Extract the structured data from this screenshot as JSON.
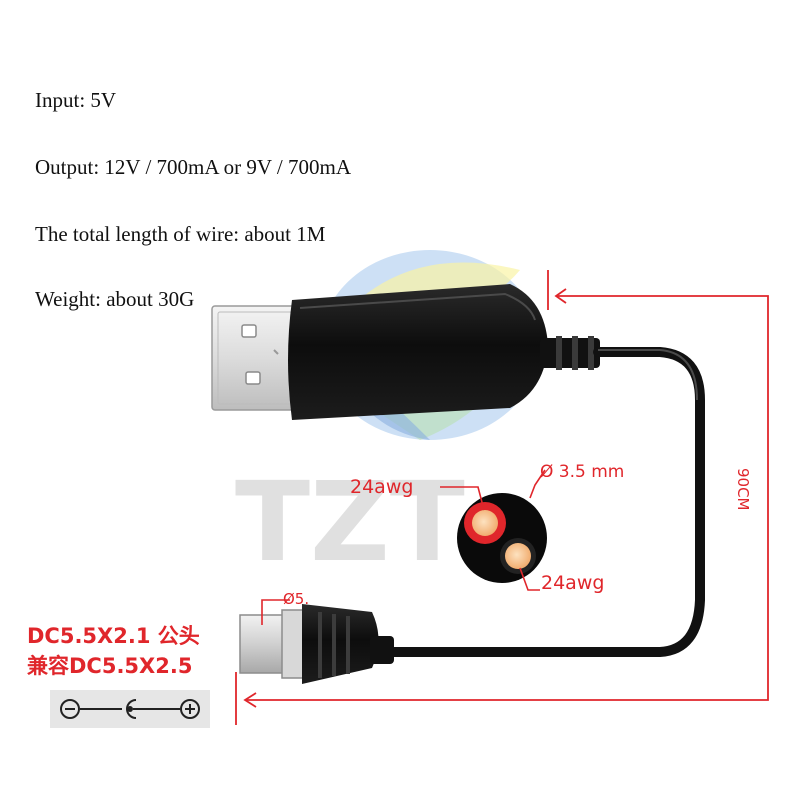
{
  "specs": {
    "input": "Input: 5V",
    "output": "Output: 12V / 700mA or 9V / 700mA",
    "length": "The total length of wire: about 1M",
    "weight": "Weight: about 30G"
  },
  "annotations": {
    "diameter_cable": "Ø 3.5 mm",
    "gauge_top": "24awg",
    "gauge_bottom": "24awg",
    "plug_diameter": "Ø5.",
    "cable_length": "90CM"
  },
  "connector": {
    "line1": "DC5.5X2.1 公头",
    "line2": "兼容DC5.5X2.5"
  },
  "watermark": {
    "text": "TZT"
  },
  "polarity": {
    "minus": "−",
    "plus": "+"
  },
  "colors": {
    "annotation_red": "#e0262b",
    "cable_black": "#111111",
    "usb_silver": "#e6e6e6",
    "copper": "#f5c08a"
  }
}
